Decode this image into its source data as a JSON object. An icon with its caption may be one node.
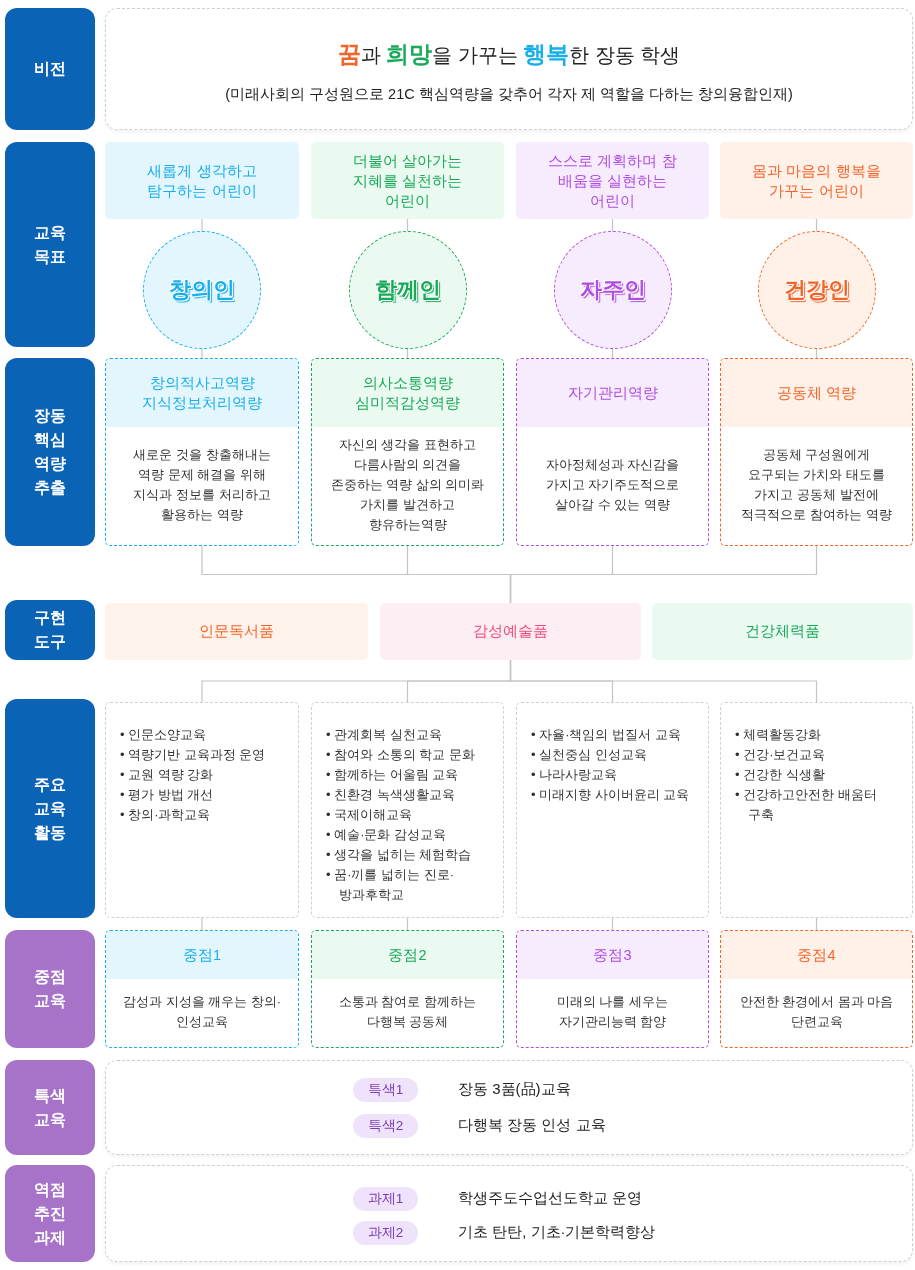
{
  "diagram": {
    "nodes": [
      {
        "text": [
          "비전"
        ]
      },
      {
        "text": [
          "**꿈**과 **희망**을 가꾸는 **행복**한 장동 학생",
          "(미래사회의 구성원으로 21C 핵심역량을 갖추어 각자 제 역할을 다하는 창의융합인재)"
        ]
      },
      {
        "text": [
          "교육 목표"
        ]
      },
      {
        "text": [
          "새롭게 생각하고 탐구하는 어린이"
        ]
      },
      {
        "text": [
          "더불어 살아가는 지혜를 실천하는 어린이"
        ]
      },
      {
        "text": [
          "스스로 계획하며 참 배움을 실현하는 어린이"
        ]
      },
      {
        "text": [
          "몸과 마음의 행복을 가꾸는 어린이"
        ]
      },
      {
        "text": [
          "창의인"
        ]
      },
      {
        "text": [
          "함께인"
        ]
      },
      {
        "text": [
          "자주인"
        ]
      },
      {
        "text": [
          "건강인"
        ]
      },
      {
        "text": [
          "장동 핵심 역량 추출"
        ]
      },
      {
        "text": [
          "창의적사고역량 지식정보처리역량",
          "새로운 것을 창출해내는 역량 문제 해결을 위해 지식과 정보를 처리하고 활용하는 역량"
        ]
      },
      {
        "text": [
          "의사소통역량 심미적감성역량",
          "자신의 생각을 표현하고 다름사람의 의견을 존중하는 역량 삶의 의미롸 가치를 발견하고 향유하는역량"
        ]
      },
      {
        "text": [
          "자기관리역량",
          "자아정체성과 자신감을 가지고 자기주도적으로 살아갈 수 있는 역량"
        ]
      },
      {
        "text": [
          "공동체 역량",
          "공동체 구성원에게 요구되는 가치와 태도를 가지고 공동체 발전에 적극적으로 참여하는 역량"
        ]
      },
      {
        "text": [
          "구현 도구"
        ]
      },
      {
        "text": [
          "인문독서품"
        ]
      },
      {
        "text": [
          "감성예술품"
        ]
      },
      {
        "text": [
          "건강체력품"
        ]
      },
      {
        "text": [
          "주요 교육 활동"
        ]
      },
      {
        "text": [
          "• 인문소양교육",
          "• 역량기반 교육과정 운영",
          "• 교원 역량 강화",
          "• 평가 방법 개선",
          "• 창의·과학교육"
        ]
      },
      {
        "text": [
          "• 관계회복 실천교육",
          "• 참여와 소통의 학교 문화",
          "• 함께하는 어울림 교육",
          "• 친환경 녹색생활교육",
          "• 국제이해교육",
          "• 예술·문화 감성교육",
          "• 생각을 넓히는 체험학습",
          "• 꿈·끼를 넓히는 진로·방과후학교"
        ]
      },
      {
        "text": [
          "• 자율·책임의 법질서 교육",
          "• 실천중심 인성교육",
          "• 나라사랑교육",
          "• 미래지향 사이버윤리 교육"
        ]
      },
      {
        "text": [
          "• 체력활동강화",
          "• 건강·보건교육",
          "• 건강한 식생활",
          "• 건강하고안전한 배움터 구축"
        ]
      },
      {
        "text": [
          "중점 교육"
        ]
      },
      {
        "text": [
          "중점1",
          "감성과 지성을 깨우는 창의·인성교육"
        ]
      },
      {
        "text": [
          "중점2",
          "소통과 참여로 함께하는 다행복 공동체"
        ]
      },
      {
        "text": [
          "중점3",
          "미래의 나를 세우는 자기관리능력 함양"
        ]
      },
      {
        "text": [
          "중점4",
          "안전한 환경에서 몸과 마음 단련교육"
        ]
      },
      {
        "text": [
          "특색 교육"
        ]
      },
      {
        "text": [],
        "shape": "box"
      },
      {
        "text": [
          "특색1"
        ],
        "in": 31,
        "beside": [
          "장동 3품(品)교육"
        ]
      },
      {
        "text": [
          "특색2"
        ],
        "in": 31,
        "beside": [
          "다행복 장동 인성 교육"
        ]
      },
      {
        "text": [
          "역점 추진 과제"
        ]
      },
      {
        "text": [],
        "shape": "box"
      },
      {
        "text": [
          "과제1"
        ],
        "in": 35,
        "beside": [
          "학생주도수업선도학교 운영"
        ]
      },
      {
        "text": [
          "과제2"
        ],
        "in": 35,
        "beside": [
          "기초 탄탄, 기초·기본학력향상"
        ]
      }
    ],
    "edges": [
      {
        "from": 3,
        "to": 7,
        "arrow": "none"
      },
      {
        "from": 4,
        "to": 8,
        "arrow": "none"
      },
      {
        "from": 5,
        "to": 9,
        "arrow": "none"
      },
      {
        "from": 6,
        "to": 10,
        "arrow": "none"
      },
      {
        "from": 7,
        "to": 12,
        "arrow": "none"
      },
      {
        "from": 8,
        "to": 13,
        "arrow": "none"
      },
      {
        "from": 9,
        "to": 14,
        "arrow": "none"
      },
      {
        "from": 10,
        "to": 15,
        "arrow": "none"
      },
      {
        "from": 12,
        "to": 18,
        "arrow": "none"
      },
      {
        "from": 13,
        "to": 18,
        "arrow": "none"
      },
      {
        "from": 14,
        "to": 18,
        "arrow": "none"
      },
      {
        "from": 15,
        "to": 18,
        "arrow": "none"
      },
      {
        "from": 18,
        "to": 21,
        "arrow": "none"
      },
      {
        "from": 18,
        "to": 22,
        "arrow": "none"
      },
      {
        "from": 18,
        "to": 23,
        "arrow": "none"
      },
      {
        "from": 18,
        "to": 24,
        "arrow": "none"
      },
      {
        "from": 21,
        "to": 26,
        "arrow": "none"
      },
      {
        "from": 22,
        "to": 27,
        "arrow": "none"
      },
      {
        "from": 23,
        "to": 28,
        "arrow": "none"
      },
      {
        "from": 24,
        "to": 29,
        "arrow": "none"
      }
    ]
  }
}
